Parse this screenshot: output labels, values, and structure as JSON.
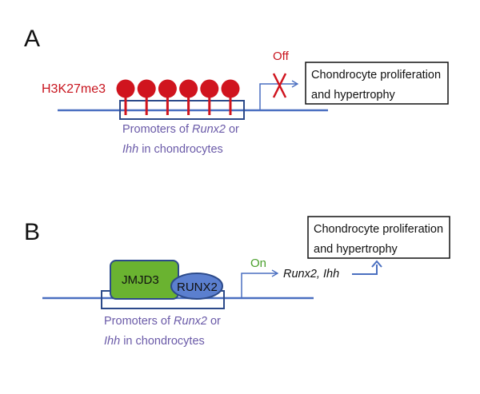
{
  "colors": {
    "dna": "#4a6fc0",
    "promoter_box": "#2c4a8a",
    "methyl": "#d0141e",
    "jmjd3": "#6ab330",
    "runx2": "#5b7fcf",
    "on": "#4aa02c",
    "off": "#c8141e",
    "promoter_text": "#6a5aa8"
  },
  "panel_a": {
    "label": "A",
    "mark_label": "H3K27me3",
    "mark_count": 6,
    "promoter_line1_pre": "Promoters of ",
    "promoter_line1_gene": "Runx2",
    "promoter_line1_post": " or",
    "promoter_line2_gene": "Ihh",
    "promoter_line2_post": " in chondrocytes",
    "status": "Off",
    "outcome_line1": "Chondrocyte proliferation",
    "outcome_line2": "and hypertrophy"
  },
  "panel_b": {
    "label": "B",
    "protein1": "JMJD3",
    "protein2": "RUNX2",
    "promoter_line1_pre": "Promoters of ",
    "promoter_line1_gene": "Runx2",
    "promoter_line1_post": " or",
    "promoter_line2_gene": "Ihh",
    "promoter_line2_post": " in chondrocytes",
    "status": "On",
    "genes": "Runx2, Ihh",
    "outcome_line1": "Chondrocyte proliferation",
    "outcome_line2": "and hypertrophy"
  }
}
